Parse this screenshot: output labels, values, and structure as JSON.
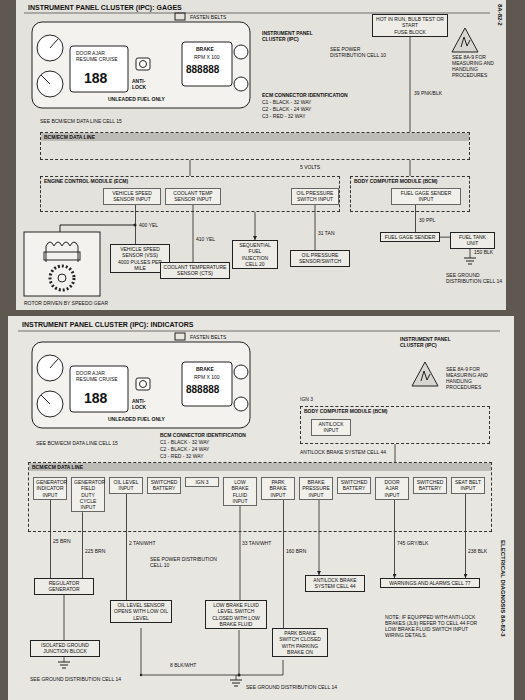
{
  "diagram": {
    "title": "INSTRUMENT PANEL CLUSTER (IPC): GAGES",
    "nodes": [
      {
        "text": [
          "BCM/ECM DATA LINE"
        ]
      },
      {
        "text": [
          "ENGINE CONTROL MODULE (ECM)"
        ]
      },
      {
        "text": [
          "VEHICLE SPEED SENSOR INPUT"
        ],
        "in": 1
      },
      {
        "text": [
          "COOLANT TEMP SENSOR INPUT"
        ],
        "in": 1
      },
      {
        "text": [
          "OIL PRESSURE SWITCH INPUT"
        ],
        "in": 1
      },
      {
        "text": [
          "BODY COMPUTER MODULE (BCM)"
        ]
      },
      {
        "text": [
          "FUEL GAGE SENDER INPUT"
        ],
        "in": 5
      },
      {
        "text": [
          "VEHICLE SPEED SENSOR (VSS)",
          "4000 PULSES PER MILE"
        ]
      },
      {
        "text": [
          "COOLANT TEMPERATURE SENSOR (CTS)"
        ]
      },
      {
        "text": [
          "SEQUENTIAL FUEL INJECTION CELL 20"
        ]
      },
      {
        "text": [
          "OIL PRESSURE SENSOR/SWITCH"
        ]
      },
      {
        "text": [
          "FUEL GAGE SENDER"
        ]
      },
      {
        "text": [
          "FUEL TANK UNIT"
        ]
      },
      {
        "text": [
          "HOT IN RUN, BULB TEST OR START",
          "FUSE BLOCK"
        ]
      },
      {
        "text": [
          "BCM/ECM DATA LINE"
        ]
      },
      {
        "text": [
          "GENERATOR INDICATOR INPUT"
        ],
        "in": 14
      },
      {
        "text": [
          "GENERATOR FIELD DUTY CYCLE INPUT"
        ],
        "in": 14
      },
      {
        "text": [
          "OIL LEVEL INPUT"
        ],
        "in": 14
      },
      {
        "text": [
          "SWITCHED BATTERY"
        ],
        "in": 14
      },
      {
        "text": [
          "IGN 3"
        ],
        "in": 14
      },
      {
        "text": [
          "LOW BRAKE FLUID INPUT"
        ],
        "in": 14
      },
      {
        "text": [
          "PARK BRAKE INPUT"
        ],
        "in": 14
      },
      {
        "text": [
          "BRAKE PRESSURE INPUT"
        ],
        "in": 14
      },
      {
        "text": [
          "SWITCHED BATTERY"
        ],
        "in": 14
      },
      {
        "text": [
          "DOOR AJAR INPUT"
        ],
        "in": 14
      },
      {
        "text": [
          "SWITCHED BATTERY"
        ],
        "in": 14
      },
      {
        "text": [
          "SEAT BELT INPUT"
        ],
        "in": 14
      },
      {
        "text": [
          "BODY COMPUTER MODULE (BCM)"
        ]
      },
      {
        "text": [
          "ANTILOCK INPUT"
        ],
        "in": 27
      },
      {
        "text": [
          "REGULATOR",
          "GENERATOR"
        ]
      },
      {
        "text": [
          "ISOLATED GROUND JUNCTION BLOCK"
        ]
      },
      {
        "text": [
          "OIL LEVEL SENSOR OPENS WITH LOW OIL LEVEL"
        ]
      },
      {
        "text": [
          "LOW BRAKE FLUID LEVEL SWITCH CLOSED WITH LOW BRAKE FLUID"
        ]
      },
      {
        "text": [
          "PARK BRAKE SWITCH CLOSED WITH PARKING BRAKE ON"
        ]
      },
      {
        "text": [
          "ANTILOCK BRAKE SYSTEM CELL 44"
        ]
      },
      {
        "text": [
          "WARNINGS AND ALARMS CELL 77"
        ]
      }
    ],
    "edges": [
      {
        "from": 13,
        "to": 0,
        "arrow": "none"
      },
      {
        "from": 0,
        "to": 1,
        "arrow": "none"
      },
      {
        "from": 0,
        "to": 5,
        "arrow": "none"
      },
      {
        "from": 2,
        "to": 7,
        "arrow": "none"
      },
      {
        "from": 3,
        "to": 8,
        "arrow": "none"
      },
      {
        "from": 1,
        "to": 9,
        "arrow": "to"
      },
      {
        "from": 4,
        "to": 10,
        "arrow": "none"
      },
      {
        "from": 6,
        "to": 11,
        "arrow": "none"
      },
      {
        "from": 11,
        "to": 12,
        "arrow": "none"
      },
      {
        "from": 27,
        "to": 14,
        "arrow": "none"
      },
      {
        "from": 15,
        "to": 29,
        "arrow": "none"
      },
      {
        "from": 16,
        "to": 29,
        "arrow": "none"
      },
      {
        "from": 29,
        "to": 30,
        "arrow": "none"
      },
      {
        "from": 17,
        "to": 31,
        "arrow": "none"
      },
      {
        "from": 20,
        "to": 32,
        "arrow": "none"
      },
      {
        "from": 21,
        "to": 33,
        "arrow": "none"
      },
      {
        "from": 22,
        "to": 34,
        "arrow": "to"
      },
      {
        "from": 24,
        "to": 35,
        "arrow": "to"
      },
      {
        "from": 26,
        "to": 35,
        "arrow": "to"
      }
    ],
    "labels": [
      "INSTRUMENT PANEL CLUSTER (IPC): INDICATORS",
      "FASTEN BELTS",
      "DOOR AJAR RESUME CRUISE",
      "188",
      "ANTI-LOCK",
      "BRAKE",
      "RPM X 100",
      "888888",
      "UNLEADED FUEL ONLY",
      "INSTRUMENT PANEL CLUSTER (IPC)",
      "SEE 8A-9 FOR MEASURING AND HANDLING PROCEDURES",
      "SEE POWER DISTRIBUTION CELL 10",
      "39 PNK/BLK",
      "ECM CONNECTOR IDENTIFICATION",
      "C1 - BLACK - 32 WAY",
      "C2 - BLACK - 24 WAY",
      "C3 - RED - 32 WAY",
      "SEE BCM/ECM DATA LINE CELL 15",
      "5 VOLTS",
      "400 YEL",
      "410 YEL",
      "31 TAN",
      "30 PPL",
      "150 BLK",
      "SEE GROUND DISTRIBUTION CELL 14",
      "ROTOR DRIVEN BY SPEEDO GEAR",
      "8A-82-2",
      "FASTEN BELTS",
      "DOOR AJAR RESUME CRUISE",
      "188",
      "ANTI-LOCK",
      "BRAKE",
      "RPM X 100",
      "888888",
      "UNLEADED FUEL ONLY",
      "INSTRUMENT PANEL CLUSTER (IPC)",
      "SEE 8A-9 FOR MEASURING AND HANDLING PROCEDURES",
      "IGN 3",
      "SEE BCM/ECM DATA LINE CELL 15",
      "BCM CONNECTOR IDENTIFICATION",
      "C1 - BLACK - 32 WAY",
      "C2 - BLACK - 24 WAY",
      "C3 - RED - 32 WAY",
      "ANTILOCK BRAKE SYSTEM CELL 44",
      "25 BRN",
      "225 BRN",
      "2 TAN/WHT",
      "SEE POWER DISTRIBUTION CELL 10",
      "33 TAN/WHT",
      "160 BRN",
      "745 GRY/BLK",
      "238 BLK",
      "SEE GROUND DISTRIBUTION CELL 14",
      "8 BLK/WHT",
      "SEE GROUND DISTRIBUTION CELL 14",
      "NOTE: IF EQUIPPED WITH ANTI-LOCK BRAKES (JL9) REFER TO CELL 44 FOR LOW BRAKE FLUID SWITCH INPUT WIRING DETAILS.",
      "ELECTRICAL DIAGNOSIS 8A-82-3"
    ]
  }
}
